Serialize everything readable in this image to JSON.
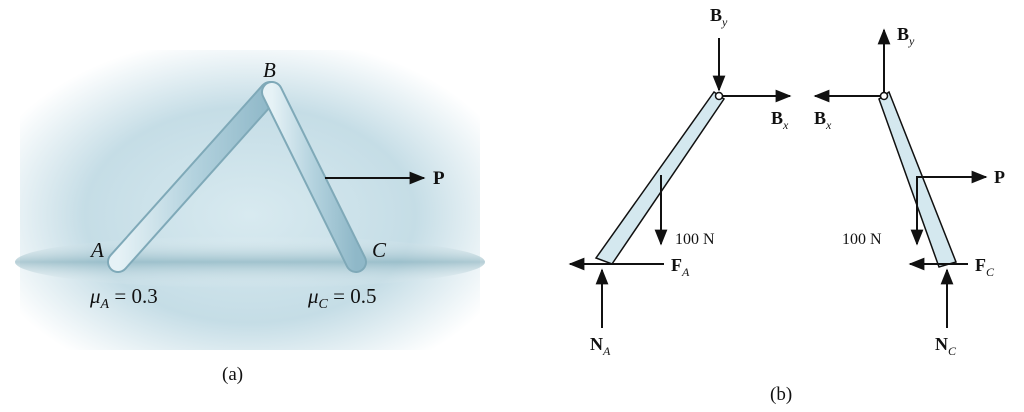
{
  "part_a": {
    "point_a": "A",
    "point_b": "B",
    "point_c": "C",
    "force_p": "P",
    "mu_a_symbol": "μ",
    "mu_a_sub": "A",
    "mu_a_value": " = 0.3",
    "mu_c_symbol": "μ",
    "mu_c_sub": "C",
    "mu_c_value": " = 0.5",
    "caption": "(a)"
  },
  "part_b": {
    "left": {
      "by_main": "B",
      "by_sub": "y",
      "bx_main": "B",
      "bx_sub": "x",
      "weight": "100 N",
      "fa_main": "F",
      "fa_sub": "A",
      "na_main": "N",
      "na_sub": "A"
    },
    "right": {
      "by_main": "B",
      "by_sub": "y",
      "bx_main": "B",
      "bx_sub": "x",
      "force_p": "P",
      "weight": "100 N",
      "fc_main": "F",
      "fc_sub": "C",
      "nc_main": "N",
      "nc_sub": "C"
    },
    "caption": "(b)"
  }
}
